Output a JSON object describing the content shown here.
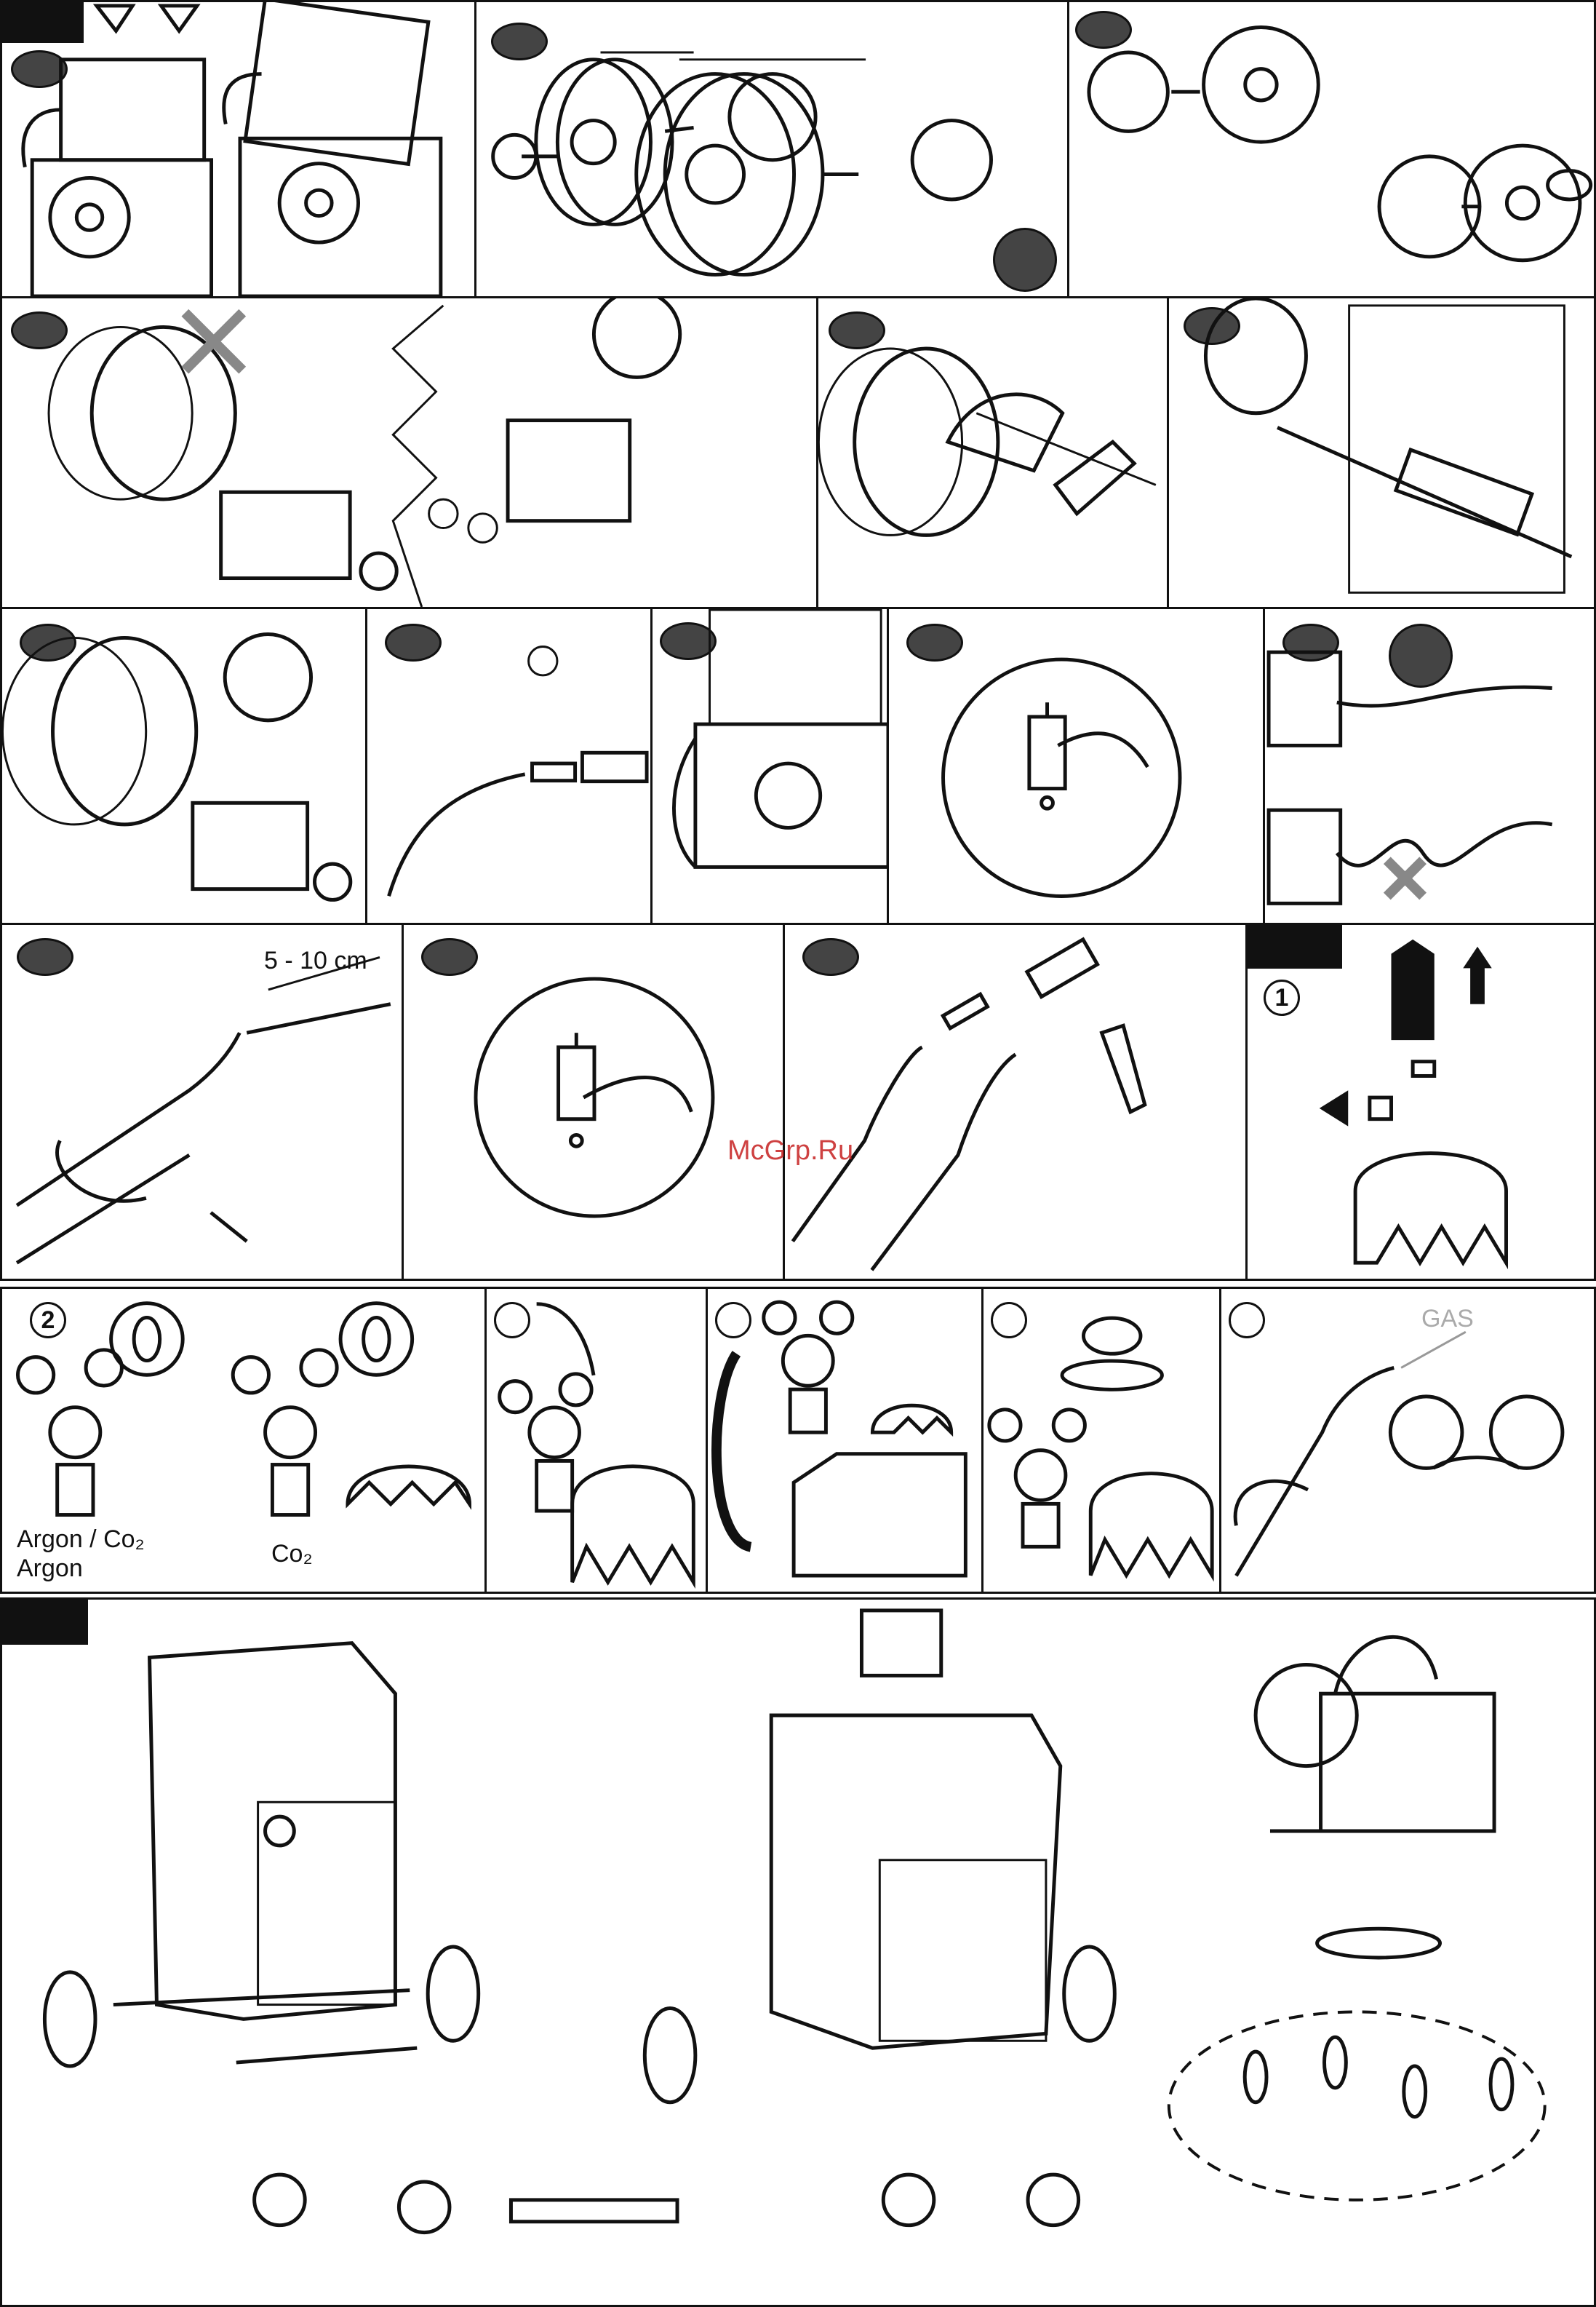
{
  "rows": {
    "row5": {
      "panel_14": {
        "measure": "5 - 10 cm"
      }
    },
    "row6": {
      "panel_18": {
        "label_argon_co2": "Argon / Co₂",
        "label_argon": "Argon",
        "label_co2": "Co₂"
      },
      "panel_22": {
        "label_gas": "GAS"
      }
    }
  },
  "step_numbers": {
    "n1": "1",
    "n2": "2"
  },
  "watermark": "McGrp.Ru"
}
